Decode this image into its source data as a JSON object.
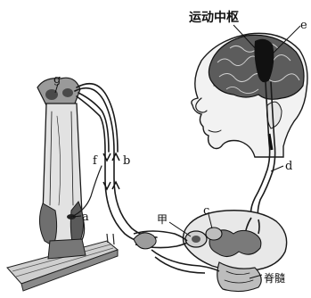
{
  "labels": {
    "motor_center": "运动中枢",
    "e": "e",
    "g": "g",
    "f": "f",
    "b": "b",
    "a": "a",
    "jia": "甲",
    "c": "c",
    "d": "d",
    "spinal_cord": "脊髓"
  }
}
